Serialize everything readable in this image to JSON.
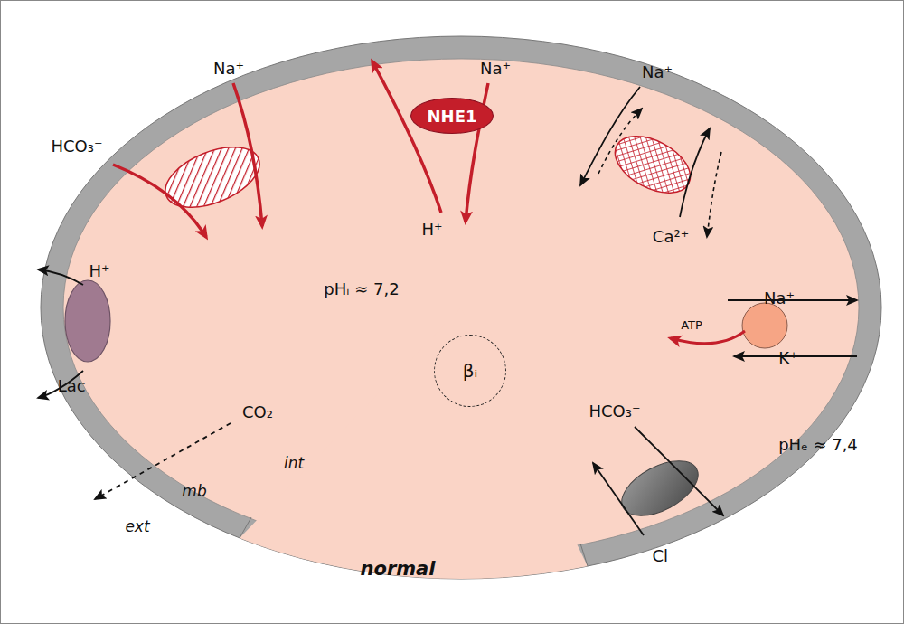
{
  "diagram": {
    "nodes": [
      {
        "text": [
          "NHE1"
        ]
      },
      {
        "text": [
          "βᵢ"
        ]
      }
    ],
    "labels": [
      "Na⁺",
      "HCO₃⁻",
      "Na⁺",
      "H⁺",
      "Na⁺",
      "Ca²⁺",
      "H⁺",
      "Lac⁻",
      "pHᵢ ≈ 7,2",
      "CO₂",
      "int",
      "mb",
      "ext",
      "Na⁺",
      "ATP",
      "K⁺",
      "HCO₃⁻",
      "pHₑ ≈ 7,4",
      "Cl⁻",
      "normal"
    ]
  }
}
